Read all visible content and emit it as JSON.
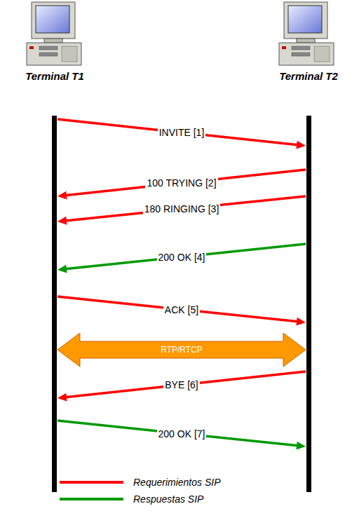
{
  "diagram": {
    "nodes": [
      {
        "text": [
          "Terminal T1"
        ]
      },
      {
        "text": [
          "Terminal T2"
        ]
      }
    ],
    "edges": [
      {
        "from": 0,
        "to": 1,
        "arrow": "to",
        "label": "INVITE [1]"
      },
      {
        "from": 1,
        "to": 0,
        "arrow": "to",
        "label": "100 TRYING [2]"
      },
      {
        "from": 1,
        "to": 0,
        "arrow": "to",
        "label": "180 RINGING [3]"
      },
      {
        "from": 1,
        "to": 0,
        "arrow": "to",
        "label": "200 OK [4]"
      },
      {
        "from": 0,
        "to": 1,
        "arrow": "to",
        "label": "ACK [5]"
      },
      {
        "from": 0,
        "to": 1,
        "arrow": "both",
        "label": "RTP/RTCP"
      },
      {
        "from": 1,
        "to": 0,
        "arrow": "to",
        "label": "BYE [6]"
      },
      {
        "from": 0,
        "to": 1,
        "arrow": "to",
        "label": "200 OK [7]"
      }
    ],
    "legend": [
      {
        "text": "Requerimientos SIP"
      },
      {
        "text": "Respuestas SIP"
      }
    ]
  }
}
